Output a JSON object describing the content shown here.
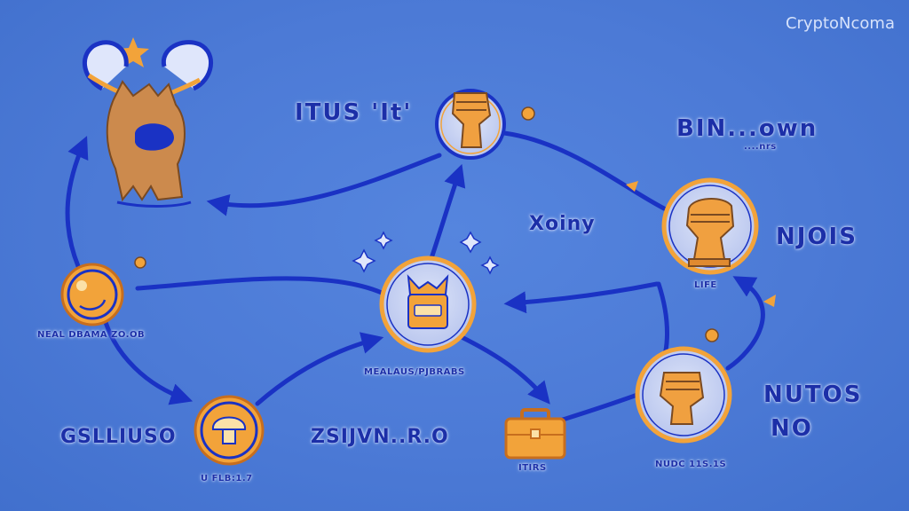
{
  "brand": "CryptoNcoma",
  "colors": {
    "background": "#4c7ad6",
    "path": "#1a32c4",
    "node_ring": "#f2a33a",
    "node_fill": "#c9d3f3",
    "label": "#1c2fa8",
    "mascot": "#cc8a4d"
  },
  "labels": {
    "top_center": "ITUS 'It'",
    "top_right": "BIN...own",
    "top_right_sub": "....nrs",
    "center_word": "Xoiny",
    "right_word": "NJOIS",
    "life": "LIFE",
    "left_caption": "NEAL DBAMA ZO.OB",
    "center_caption": "MEALAUS/PJBRABS",
    "bottom_right_word_1": "NUTOS",
    "bottom_right_word_2": "NO",
    "bottom_left_word": "GSLLIUSO",
    "bottom_center_word": "ZSIJVN..R.O",
    "bottom_left_caption": "U FLB:1.7",
    "bottom_center_caption": "ITIRS",
    "bottom_right_caption": "NUDC 11S.1S"
  },
  "nodes": [
    {
      "name": "mascot",
      "icon": "mascot-icon"
    },
    {
      "name": "coin-top",
      "icon": "raised-fist-icon"
    },
    {
      "name": "coin-right",
      "icon": "raised-fist-icon"
    },
    {
      "name": "coin-left",
      "icon": "coin-face-icon"
    },
    {
      "name": "coin-center",
      "icon": "jar-icon"
    },
    {
      "name": "coin-bottom-left",
      "icon": "mushroom-icon"
    },
    {
      "name": "briefcase",
      "icon": "briefcase-icon"
    },
    {
      "name": "coin-bottom-right",
      "icon": "raised-fist-icon"
    }
  ]
}
